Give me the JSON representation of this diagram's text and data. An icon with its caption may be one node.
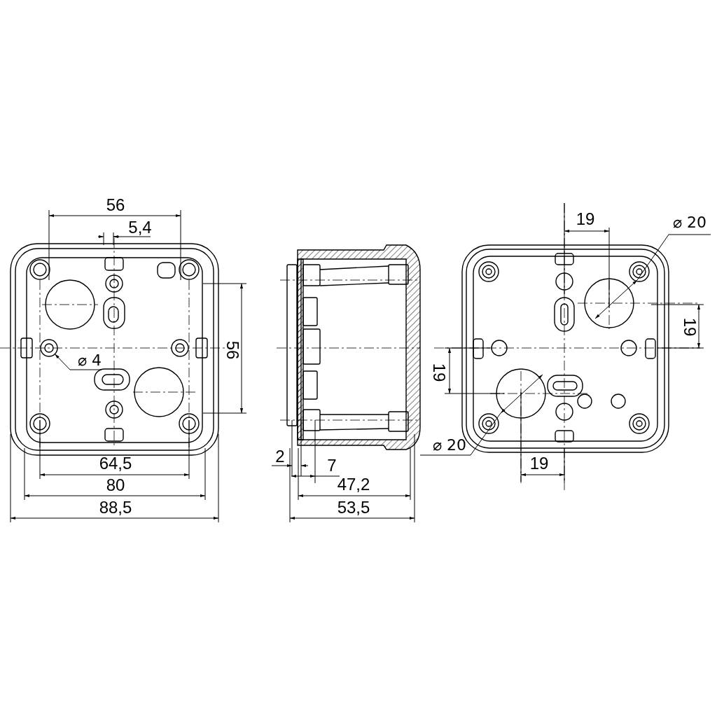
{
  "diagram": {
    "nodes": [
      {
        "text": [
          "⌀ 4"
        ]
      },
      {
        "text": [],
        "shape": "circle"
      }
    ],
    "edges": [
      {
        "from": 0,
        "to": 1,
        "arrow": "to"
      }
    ],
    "labels": [
      "56",
      "5,4",
      "56",
      "64,5",
      "80",
      "88,5",
      "2",
      "7",
      "47,2",
      "53,5",
      "19",
      "⌀ 20",
      "19",
      "19",
      "⌀ 20",
      "19"
    ]
  }
}
